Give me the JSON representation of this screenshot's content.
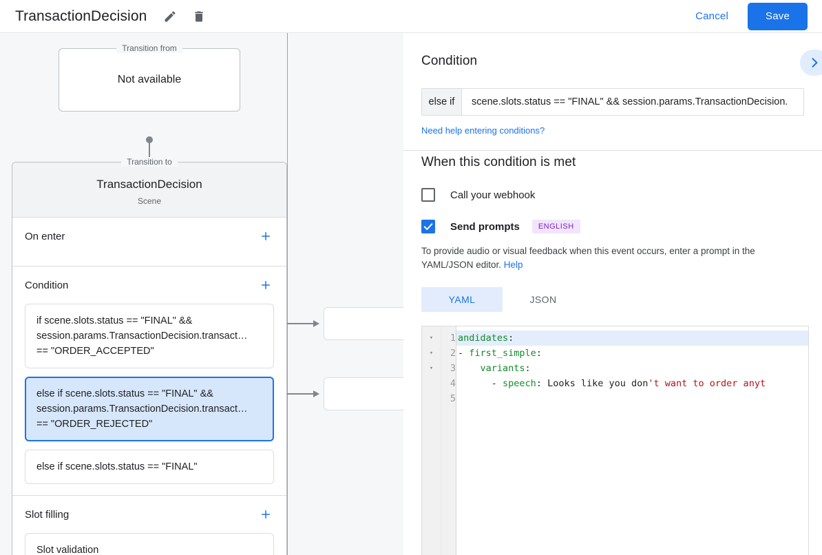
{
  "header": {
    "title": "TransactionDecision",
    "edit_icon": "pencil-icon",
    "delete_icon": "trash-icon",
    "cancel_label": "Cancel",
    "save_label": "Save",
    "accent_color": "#1a73e8"
  },
  "canvas": {
    "transition_from": {
      "legend": "Transition from",
      "value": "Not available"
    },
    "transition_to": {
      "legend": "Transition to",
      "title": "TransactionDecision",
      "subtitle": "Scene"
    },
    "sections": [
      {
        "title": "On enter",
        "add_icon": "plus-icon",
        "cards": []
      },
      {
        "title": "Condition",
        "add_icon": "plus-icon",
        "cards": [
          {
            "selected": false,
            "lines": [
              "if scene.slots.status == \"FINAL\" &&",
              "session.params.TransactionDecision.transact…",
              "== \"ORDER_ACCEPTED\""
            ]
          },
          {
            "selected": true,
            "lines": [
              "else if scene.slots.status == \"FINAL\" &&",
              "session.params.TransactionDecision.transact…",
              "== \"ORDER_REJECTED\""
            ]
          },
          {
            "selected": false,
            "lines": [
              "else if scene.slots.status == \"FINAL\""
            ]
          }
        ]
      },
      {
        "title": "Slot filling",
        "add_icon": "plus-icon",
        "cards": [
          {
            "selected": false,
            "lines": [
              "Slot validation"
            ]
          }
        ]
      }
    ]
  },
  "condition_panel": {
    "heading": "Condition",
    "collapse_icon": "chevron-right-icon",
    "prefix": "else if",
    "value": "scene.slots.status == \"FINAL\" && session.params.TransactionDecision.",
    "help_link": "Need help entering conditions?"
  },
  "when_met": {
    "heading": "When this condition is met",
    "webhook": {
      "label": "Call your webhook",
      "checked": false
    },
    "send_prompts": {
      "label": "Send prompts",
      "checked": true,
      "badge": "ENGLISH",
      "badge_color": "#7627bb"
    },
    "description_before": "To provide audio or visual feedback when this event occurs, enter a prompt in the YAML/JSON editor. ",
    "description_link": "Help"
  },
  "editor": {
    "tabs": [
      {
        "label": "YAML",
        "active": true
      },
      {
        "label": "JSON",
        "active": false
      }
    ],
    "line_numbers": [
      "1",
      "2",
      "3",
      "4",
      "5"
    ],
    "fold_markers": [
      "▾",
      "▾",
      "▾",
      "",
      ""
    ],
    "lines": [
      {
        "highlighted": true,
        "tokens": [
          {
            "t": "andidates",
            "c": "key"
          },
          {
            "t": ":",
            "c": "pun"
          }
        ]
      },
      {
        "highlighted": false,
        "tokens": [
          {
            "t": "- ",
            "c": "pun"
          },
          {
            "t": "first_simple",
            "c": "key"
          },
          {
            "t": ":",
            "c": "pun"
          }
        ]
      },
      {
        "highlighted": false,
        "tokens": [
          {
            "t": "    ",
            "c": "pun"
          },
          {
            "t": "variants",
            "c": "key"
          },
          {
            "t": ":",
            "c": "pun"
          }
        ]
      },
      {
        "highlighted": false,
        "tokens": [
          {
            "t": "      - ",
            "c": "pun"
          },
          {
            "t": "speech",
            "c": "key"
          },
          {
            "t": ": ",
            "c": "pun"
          },
          {
            "t": "Looks like you don",
            "c": "txt"
          },
          {
            "t": "'t want to order anyt",
            "c": "str"
          }
        ]
      },
      {
        "highlighted": false,
        "tokens": []
      }
    ]
  }
}
